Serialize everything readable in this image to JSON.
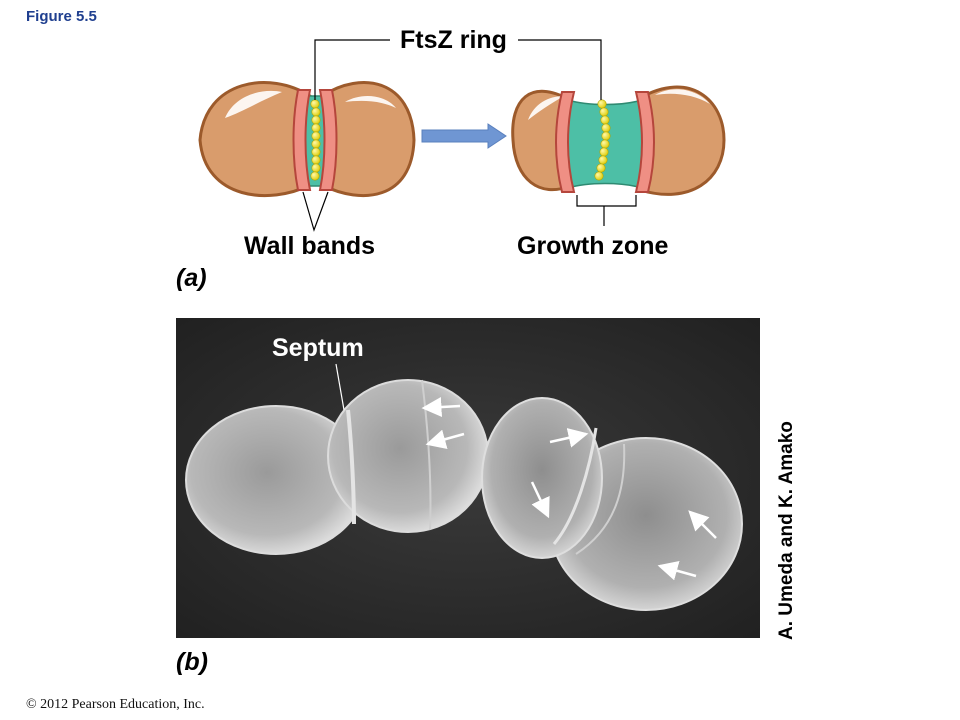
{
  "figure_label": "Figure 5.5",
  "labels": {
    "ftsz_ring": "FtsZ ring",
    "wall_bands": "Wall bands",
    "growth_zone": "Growth zone",
    "septum": "Septum"
  },
  "panels": {
    "a": "(a)",
    "b": "(b)"
  },
  "credit": "A. Umeda and K. Amako",
  "copyright": "© 2012 Pearson Education, Inc.",
  "colors": {
    "cell_body": "#d99c6c",
    "cell_outline": "#9c5a2b",
    "wall_band": "#ef8f84",
    "growth_zone": "#4dbfa6",
    "ftsz_bead": "#f2e51a",
    "arrow": "#6f96d3",
    "micrograph_bg": "#2d2d2d"
  }
}
